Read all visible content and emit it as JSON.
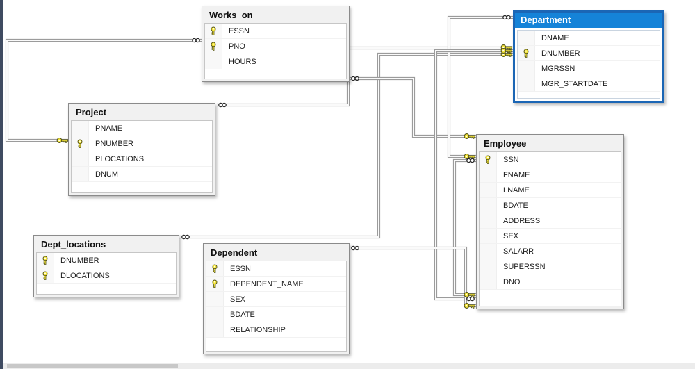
{
  "diagram": {
    "tables": [
      {
        "id": "works_on",
        "name": "Works_on",
        "selected": false,
        "columns": [
          {
            "name": "ESSN",
            "key": true
          },
          {
            "name": "PNO",
            "key": true
          },
          {
            "name": "HOURS",
            "key": false
          }
        ]
      },
      {
        "id": "department",
        "name": "Department",
        "selected": true,
        "columns": [
          {
            "name": "DNAME",
            "key": false
          },
          {
            "name": "DNUMBER",
            "key": true
          },
          {
            "name": "MGRSSN",
            "key": false
          },
          {
            "name": "MGR_STARTDATE",
            "key": false
          }
        ]
      },
      {
        "id": "project",
        "name": "Project",
        "selected": false,
        "columns": [
          {
            "name": "PNAME",
            "key": false
          },
          {
            "name": "PNUMBER",
            "key": true
          },
          {
            "name": "PLOCATIONS",
            "key": false
          },
          {
            "name": "DNUM",
            "key": false
          }
        ]
      },
      {
        "id": "employee",
        "name": "Employee",
        "selected": false,
        "columns": [
          {
            "name": "SSN",
            "key": true
          },
          {
            "name": "FNAME",
            "key": false
          },
          {
            "name": "LNAME",
            "key": false
          },
          {
            "name": "BDATE",
            "key": false
          },
          {
            "name": "ADDRESS",
            "key": false
          },
          {
            "name": "SEX",
            "key": false
          },
          {
            "name": "SALARR",
            "key": false
          },
          {
            "name": "SUPERSSN",
            "key": false
          },
          {
            "name": "DNO",
            "key": false
          }
        ]
      },
      {
        "id": "dept_locations",
        "name": "Dept_locations",
        "selected": false,
        "columns": [
          {
            "name": "DNUMBER",
            "key": true
          },
          {
            "name": "DLOCATIONS",
            "key": true
          }
        ]
      },
      {
        "id": "dependent",
        "name": "Dependent",
        "selected": false,
        "columns": [
          {
            "name": "ESSN",
            "key": true
          },
          {
            "name": "DEPENDENT_NAME",
            "key": true
          },
          {
            "name": "SEX",
            "key": false
          },
          {
            "name": "BDATE",
            "key": false
          },
          {
            "name": "RELATIONSHIP",
            "key": false
          }
        ]
      }
    ],
    "relationships": [
      {
        "id": "r1",
        "from": "works_on",
        "to": "project"
      },
      {
        "id": "r2",
        "from": "project",
        "to": "department"
      },
      {
        "id": "r3",
        "from": "dept_locations",
        "to": "department"
      },
      {
        "id": "r4",
        "from": "works_on",
        "to": "employee"
      },
      {
        "id": "r5",
        "from": "department",
        "to": "employee"
      },
      {
        "id": "r6",
        "from": "employee",
        "to": "employee"
      },
      {
        "id": "r7",
        "from": "employee",
        "to": "department"
      },
      {
        "id": "r8",
        "from": "dependent",
        "to": "employee"
      }
    ],
    "colors": {
      "selected_header": "#1583d8",
      "selected_border": "#1b66b5",
      "key_fill": "#f6e73b",
      "key_outline": "#55551a",
      "line": "#9b9b9b",
      "window_edge": "#3f4b61"
    }
  }
}
